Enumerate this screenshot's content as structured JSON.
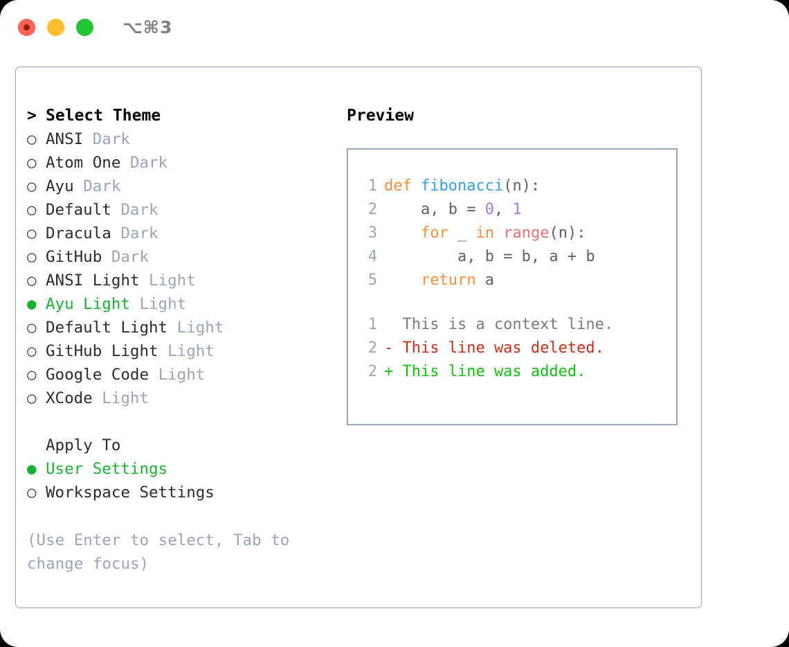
{
  "window": {
    "shortcut": "⌥⌘3",
    "traffic_lights": [
      {
        "name": "close",
        "color": "#ff6258"
      },
      {
        "name": "minimize",
        "color": "#ffbd2e"
      },
      {
        "name": "maximize",
        "color": "#21c431"
      }
    ]
  },
  "theme_picker": {
    "heading": "Select Theme",
    "heading_marker": ">",
    "marker_selected": "●",
    "marker_unselected": "○",
    "items": [
      {
        "name": "ANSI",
        "kind": "Dark",
        "selected": false
      },
      {
        "name": "Atom One",
        "kind": "Dark",
        "selected": false
      },
      {
        "name": "Ayu",
        "kind": "Dark",
        "selected": false
      },
      {
        "name": "Default",
        "kind": "Dark",
        "selected": false
      },
      {
        "name": "Dracula",
        "kind": "Dark",
        "selected": false
      },
      {
        "name": "GitHub",
        "kind": "Dark",
        "selected": false
      },
      {
        "name": "ANSI Light",
        "kind": "Light",
        "selected": false
      },
      {
        "name": "Ayu Light",
        "kind": "Light",
        "selected": true
      },
      {
        "name": "Default Light",
        "kind": "Light",
        "selected": false
      },
      {
        "name": "GitHub Light",
        "kind": "Light",
        "selected": false
      },
      {
        "name": "Google Code",
        "kind": "Light",
        "selected": false
      },
      {
        "name": "XCode",
        "kind": "Light",
        "selected": false
      }
    ]
  },
  "apply_to": {
    "heading": "Apply To",
    "options": [
      {
        "label": "User Settings",
        "selected": true
      },
      {
        "label": "Workspace Settings",
        "selected": false
      }
    ]
  },
  "help_text": "(Use Enter to select, Tab to change focus)",
  "preview": {
    "title": "Preview",
    "code_lines": [
      {
        "no": "1",
        "tokens": [
          {
            "t": "def",
            "c": "kw"
          },
          {
            "t": " ",
            "c": "plain"
          },
          {
            "t": "fibonacci",
            "c": "fn"
          },
          {
            "t": "(n):",
            "c": "plain"
          }
        ]
      },
      {
        "no": "2",
        "tokens": [
          {
            "t": "    a, b = ",
            "c": "plain"
          },
          {
            "t": "0",
            "c": "num"
          },
          {
            "t": ", ",
            "c": "plain"
          },
          {
            "t": "1",
            "c": "num"
          }
        ]
      },
      {
        "no": "3",
        "tokens": [
          {
            "t": "    ",
            "c": "plain"
          },
          {
            "t": "for",
            "c": "kw"
          },
          {
            "t": " _ ",
            "c": "plain"
          },
          {
            "t": "in",
            "c": "kw"
          },
          {
            "t": " ",
            "c": "plain"
          },
          {
            "t": "range",
            "c": "bi"
          },
          {
            "t": "(n):",
            "c": "plain"
          }
        ]
      },
      {
        "no": "4",
        "tokens": [
          {
            "t": "        a, b = b, a + b",
            "c": "plain"
          }
        ]
      },
      {
        "no": "5",
        "tokens": [
          {
            "t": "    ",
            "c": "plain"
          },
          {
            "t": "return",
            "c": "kw"
          },
          {
            "t": " a",
            "c": "plain"
          }
        ]
      }
    ],
    "diff_lines": [
      {
        "no": "1",
        "text": "  This is a context line.",
        "kind": "diff-ctx"
      },
      {
        "no": "2",
        "text": "- This line was deleted.",
        "kind": "diff-del"
      },
      {
        "no": "2",
        "text": "+ This line was added.",
        "kind": "diff-add"
      }
    ]
  },
  "colors": {
    "accent_green": "#18b333",
    "muted": "#9aa5b5",
    "keyword": "#fa8d3e",
    "function": "#399ee6",
    "number": "#a37acc",
    "builtin": "#f07171",
    "diff_added": "#14c010",
    "diff_deleted": "#c62f18"
  }
}
